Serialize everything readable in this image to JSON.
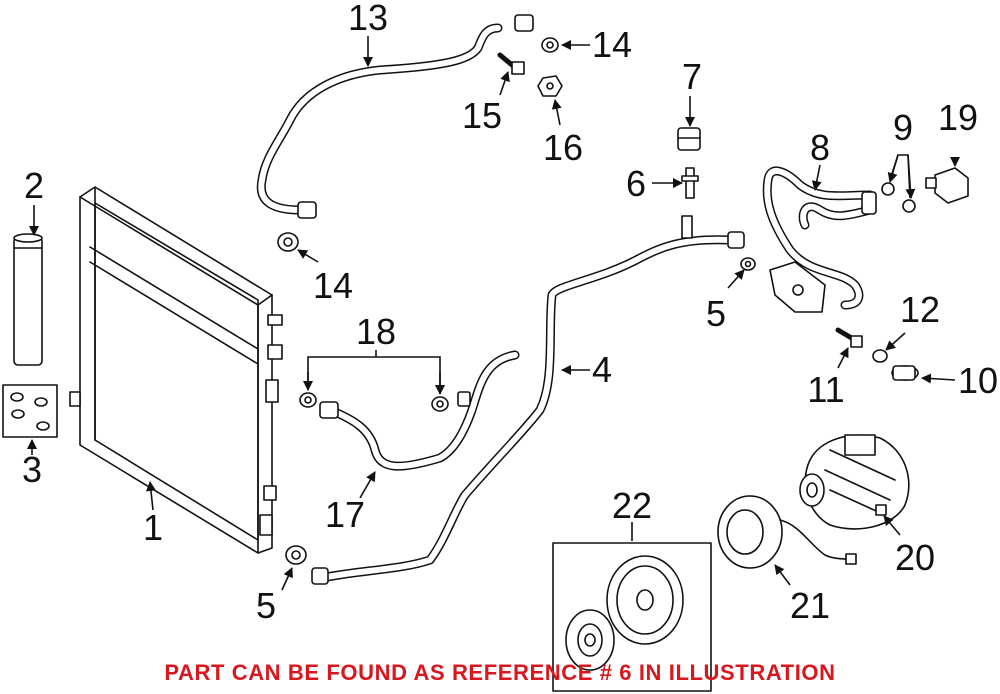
{
  "diagram": {
    "callouts": [
      {
        "id": "c1",
        "label": "1"
      },
      {
        "id": "c2",
        "label": "2"
      },
      {
        "id": "c3",
        "label": "3"
      },
      {
        "id": "c4",
        "label": "4"
      },
      {
        "id": "c5a",
        "label": "5"
      },
      {
        "id": "c5b",
        "label": "5"
      },
      {
        "id": "c6",
        "label": "6"
      },
      {
        "id": "c7",
        "label": "7"
      },
      {
        "id": "c8",
        "label": "8"
      },
      {
        "id": "c9",
        "label": "9"
      },
      {
        "id": "c10",
        "label": "10"
      },
      {
        "id": "c11",
        "label": "11"
      },
      {
        "id": "c12",
        "label": "12"
      },
      {
        "id": "c13",
        "label": "13"
      },
      {
        "id": "c14a",
        "label": "14"
      },
      {
        "id": "c14b",
        "label": "14"
      },
      {
        "id": "c15",
        "label": "15"
      },
      {
        "id": "c16",
        "label": "16"
      },
      {
        "id": "c17",
        "label": "17"
      },
      {
        "id": "c18",
        "label": "18"
      },
      {
        "id": "c19",
        "label": "19"
      },
      {
        "id": "c20",
        "label": "20"
      },
      {
        "id": "c21",
        "label": "21"
      },
      {
        "id": "c22",
        "label": "22"
      }
    ],
    "note": "PART CAN BE FOUND AS REFERENCE # 6 IN ILLUSTRATION",
    "colors": {
      "note": "#d9171f",
      "line": "#111111"
    }
  }
}
